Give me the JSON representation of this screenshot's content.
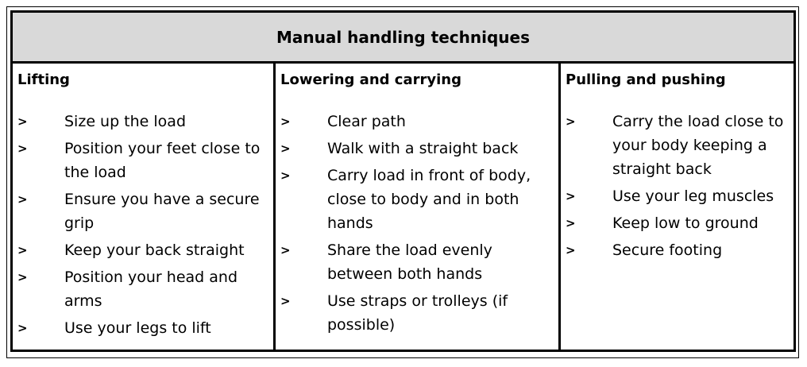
{
  "title": "Manual handling techniques",
  "bullet_glyph": ">",
  "columns": [
    {
      "heading": "Lifting",
      "items": [
        "Size up the load",
        "Position your feet close to the load",
        "Ensure you have a secure grip",
        "Keep your back straight",
        "Position your head and arms",
        "Use your legs to lift"
      ]
    },
    {
      "heading": "Lowering and carrying",
      "items": [
        "Clear path",
        "Walk with a straight back",
        "Carry load in front of body, close to body and in both hands",
        "Share the load evenly between both hands",
        "Use straps or trolleys (if possible)"
      ]
    },
    {
      "heading": "Pulling and pushing",
      "items": [
        "Carry the load close to your body keeping a straight back",
        "Use your leg muscles",
        "Keep low to ground",
        "Secure footing"
      ]
    }
  ],
  "colors": {
    "header_background": "#d9d9d9",
    "border": "#000000",
    "text": "#000000"
  }
}
